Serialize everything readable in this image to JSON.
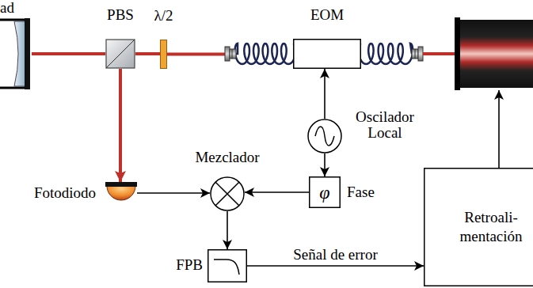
{
  "diagram": {
    "nodes": [
      {
        "text": [
          "ad"
        ]
      },
      {
        "text": [
          "PBS"
        ]
      },
      {
        "text": [
          "λ/2"
        ]
      },
      {
        "text": [
          "EOM"
        ]
      },
      {
        "text": [
          "Oscilador Local"
        ]
      },
      {
        "text": [
          "Mezclador"
        ]
      },
      {
        "text": [
          "Fotodiodo"
        ]
      },
      {
        "text": [
          "φ",
          "Fase"
        ]
      },
      {
        "text": [
          "Retroali- mentación"
        ]
      },
      {
        "text": [
          "FPB"
        ]
      }
    ],
    "edges": [
      {
        "from": 0,
        "to": 1,
        "arrow": "none"
      },
      {
        "from": 1,
        "to": 2,
        "arrow": "none"
      },
      {
        "from": 2,
        "to": 3,
        "arrow": "none"
      },
      {
        "from": 1,
        "to": 6,
        "arrow": "to"
      },
      {
        "from": 4,
        "to": 3,
        "arrow": "to"
      },
      {
        "from": 4,
        "to": 7,
        "arrow": "to"
      },
      {
        "from": 7,
        "to": 5,
        "arrow": "to"
      },
      {
        "from": 6,
        "to": 5,
        "arrow": "to"
      },
      {
        "from": 5,
        "to": 9,
        "arrow": "to"
      },
      {
        "from": 9,
        "to": 8,
        "label": "Señal de error",
        "arrow": "to"
      }
    ]
  }
}
